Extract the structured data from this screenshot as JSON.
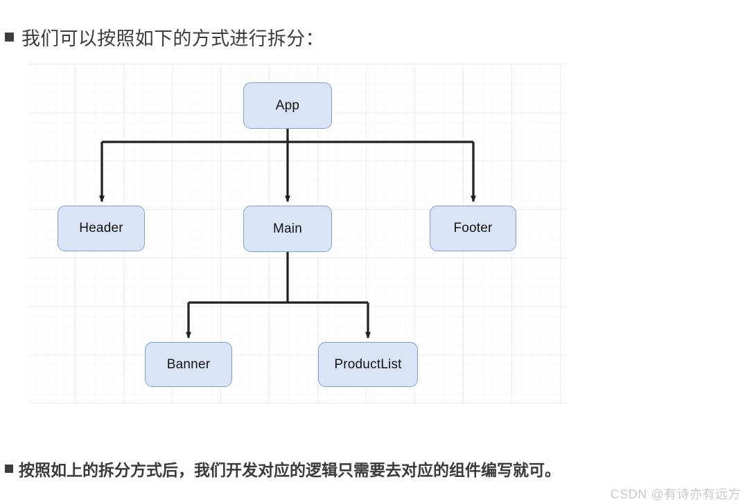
{
  "slide": {
    "heading": {
      "bullet": "square-bullet",
      "text": "我们可以按照如下的方式进行拆分："
    },
    "footnote": {
      "bullet": "square-bullet",
      "text": "按照如上的拆分方式后，我们开发对应的逻辑只需要去对应的组件编写就可。"
    },
    "watermark": "CSDN @有诗亦有远方"
  },
  "diagram": {
    "type": "tree",
    "title": "Component split tree",
    "style": {
      "node_fill": "#d9e5f7",
      "node_border": "#7e9fca",
      "node_text": "#111111",
      "connector": "#1f1f1f",
      "grid_major": "#ededf0",
      "grid_minor": "#fafafb",
      "canvas_bg": "#ffffff"
    },
    "nodes": [
      {
        "id": "app",
        "label": "App"
      },
      {
        "id": "header",
        "label": "Header"
      },
      {
        "id": "main",
        "label": "Main"
      },
      {
        "id": "footer",
        "label": "Footer"
      },
      {
        "id": "banner",
        "label": "Banner"
      },
      {
        "id": "productlist",
        "label": "ProductList"
      }
    ],
    "edges": [
      {
        "from": "app",
        "to": "header"
      },
      {
        "from": "app",
        "to": "main"
      },
      {
        "from": "app",
        "to": "footer"
      },
      {
        "from": "main",
        "to": "banner"
      },
      {
        "from": "main",
        "to": "productlist"
      }
    ]
  }
}
